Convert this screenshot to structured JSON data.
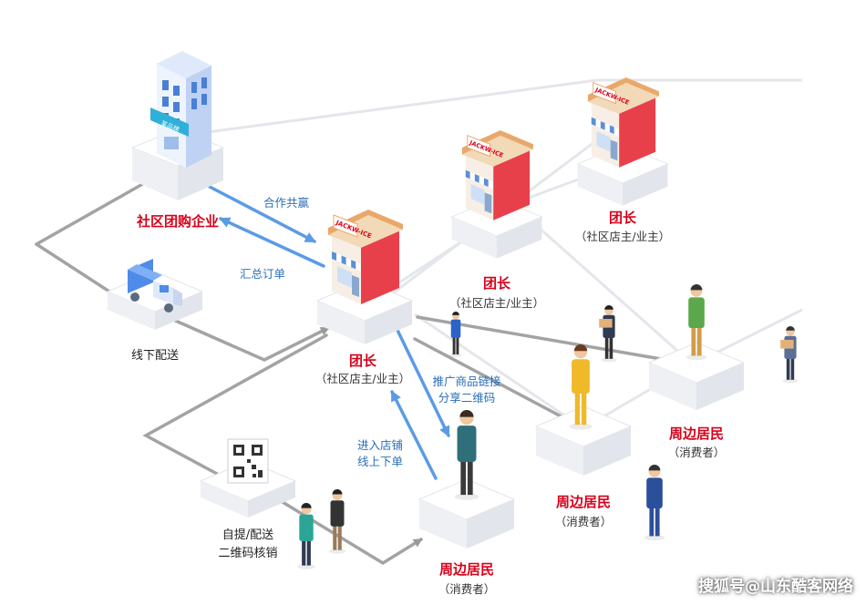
{
  "nodes": {
    "enterprise": {
      "title": "社区团购企业",
      "sign": "某品牌"
    },
    "leader_main": {
      "title": "团长",
      "subtitle": "（社区店主/业主）",
      "shop_sign": "JACKW-ICE"
    },
    "leader_mid": {
      "title": "团长",
      "subtitle": "（社区店主/业主）",
      "shop_sign": "JACKW-ICE"
    },
    "leader_top": {
      "title": "团长",
      "subtitle": "（社区店主/业主）",
      "shop_sign": "JACKW-ICE"
    },
    "delivery": {
      "label": "线下配送"
    },
    "qrcode": {
      "label_line1": "自提/配送",
      "label_line2": "二维码核销"
    },
    "resident_main": {
      "title": "周边居民",
      "subtitle": "（消费者）"
    },
    "resident_mid": {
      "title": "周边居民",
      "subtitle": "（消费者）"
    },
    "resident_right": {
      "title": "周边居民",
      "subtitle": "（消费者）"
    }
  },
  "edges": {
    "cooperate": "合作共赢",
    "summary_order": "汇总订单",
    "promote_line1": "推广商品链接",
    "promote_line2": "分享二维码",
    "enter_line1": "进入店铺",
    "enter_line2": "线上下单"
  },
  "watermark": "搜狐号@山东酷客网络",
  "colors": {
    "title_red": "#d8001a",
    "arrow_blue": "#5b9be6",
    "line_gray": "#a3a3a3",
    "shop_red": "#e8404a",
    "building_blue": "#4a7fd6"
  }
}
